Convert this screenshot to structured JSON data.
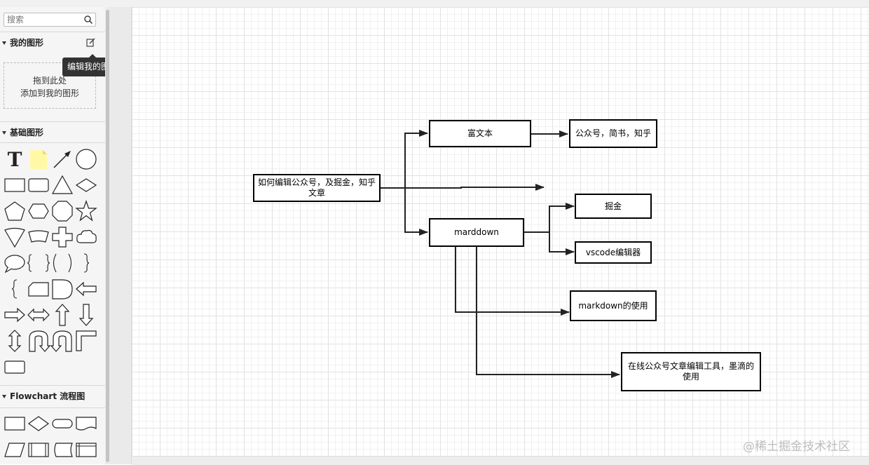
{
  "sidebar": {
    "search": {
      "placeholder": "搜索",
      "icon": "search-icon"
    },
    "my_shapes": {
      "title": "我的图形",
      "edit_tooltip": "编辑我的图形",
      "drop_line1": "拖到此处",
      "drop_line2": "添加到我的图形"
    },
    "basic_shapes": {
      "title": "基础图形",
      "text_icon_glyph": "T"
    },
    "flowchart": {
      "title": "Flowchart 流程图"
    }
  },
  "diagram": {
    "nodes": {
      "main": "如何编辑公众号，及掘金，知乎文章",
      "rich_text": "富文本",
      "platforms": "公众号，简书，知乎",
      "markdown": "marddown",
      "juejin": "掘金",
      "vscode": "vscode编辑器",
      "markdown_usage": "markdown的使用",
      "online_tool": "在线公众号文章编辑工具，墨滴的使用"
    }
  },
  "watermark": "@稀土掘金技术社区",
  "colors": {
    "canvas_bg": "#ffffff",
    "grid": "#e2e2e2",
    "sidebar_bg": "#f5f5f5",
    "tooltip_bg": "#333333",
    "sticky_note": "#fff9a6"
  }
}
